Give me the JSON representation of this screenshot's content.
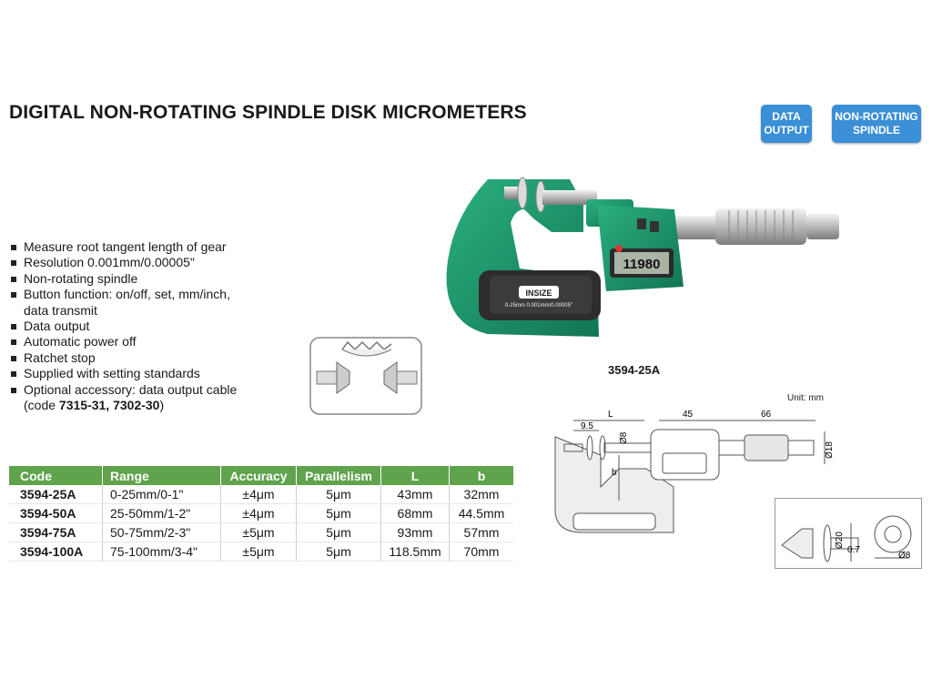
{
  "header": {
    "title": "DIGITAL NON-ROTATING SPINDLE DISK MICROMETERS",
    "badges": [
      {
        "label": "DATA\nOUTPUT",
        "color": "#3a8fd6"
      },
      {
        "label": "NON-ROTATING\nSPINDLE",
        "color": "#3a8fd6"
      }
    ]
  },
  "features": [
    "Measure root tangent length of gear",
    "Resolution 0.001mm/0.00005\"",
    "Non-rotating spindle",
    "Button function: on/off, set, mm/inch,",
    "data transmit",
    "Data output",
    "Automatic power off",
    "Ratchet stop",
    "Supplied with setting standards",
    "Optional accessory: data output cable",
    {
      "prefix": "(code ",
      "codes": "7315-31, 7302-30",
      "suffix": ")"
    }
  ],
  "product": {
    "model_label": "3594-25A",
    "display_value": "11980",
    "brand_plate": "INSIZE",
    "plate_text": "0-25mm 0.001mm/0.00005\"",
    "colors": {
      "frame": "#1f9a6e",
      "plate": "#2b2b2b",
      "lcd": "#a9b3a6"
    }
  },
  "drawing": {
    "unit": "Unit: mm",
    "dims": {
      "L": "L",
      "a": "9.5",
      "d8": "Ø8",
      "b": "b",
      "d45": "45",
      "d66": "66",
      "d18": "Ø18"
    },
    "detail": {
      "d20": "Ø20",
      "d07": "0.7",
      "d8": "Ø8"
    }
  },
  "table": {
    "headers": [
      "Code",
      "Range",
      "Accuracy",
      "Parallelism",
      "L",
      "b"
    ],
    "rows": [
      [
        "3594-25A",
        "0-25mm/0-1\"",
        "±4μm",
        "5μm",
        "43mm",
        "32mm"
      ],
      [
        "3594-50A",
        "25-50mm/1-2\"",
        "±4μm",
        "5μm",
        "68mm",
        "44.5mm"
      ],
      [
        "3594-75A",
        "50-75mm/2-3\"",
        "±5μm",
        "5μm",
        "93mm",
        "57mm"
      ],
      [
        "3594-100A",
        "75-100mm/3-4\"",
        "±5μm",
        "5μm",
        "118.5mm",
        "70mm"
      ]
    ],
    "header_color": "#5fa34c"
  }
}
